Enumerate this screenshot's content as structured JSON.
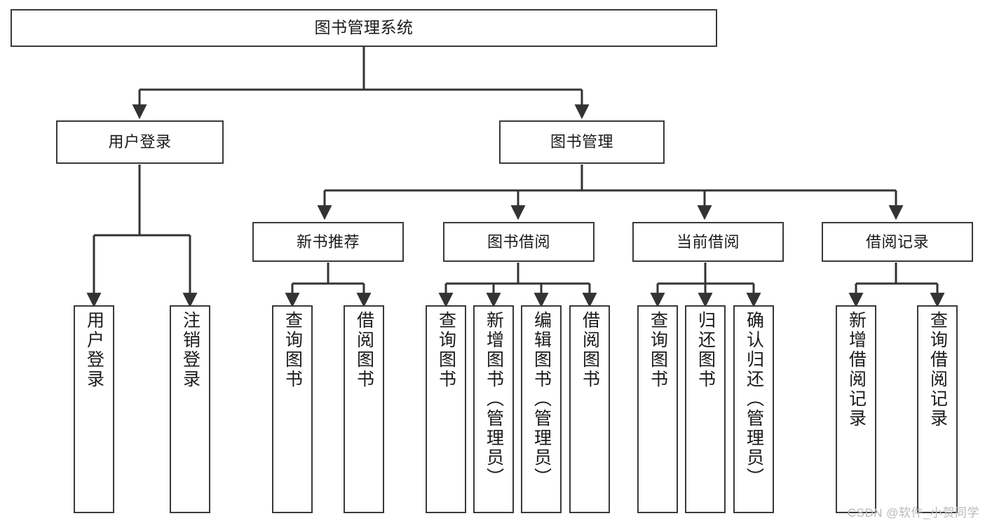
{
  "diagram": {
    "title": "图书管理系统",
    "watermark": "CSDN @软件_小贺同学",
    "colors": {
      "background": "#ffffff",
      "border": "#3a3a3a",
      "line": "#333333",
      "text": "#1a1a1a",
      "watermark": "#b9b9b9"
    },
    "nodes": {
      "root": {
        "label": "图书管理系统"
      },
      "level2": [
        {
          "id": "user-login",
          "label": "用户登录"
        },
        {
          "id": "book-management",
          "label": "图书管理"
        }
      ],
      "level3": [
        {
          "id": "new-book-recommend",
          "label": "新书推荐"
        },
        {
          "id": "book-borrow",
          "label": "图书借阅"
        },
        {
          "id": "current-borrow",
          "label": "当前借阅"
        },
        {
          "id": "borrow-record",
          "label": "借阅记录"
        }
      ],
      "leaves": {
        "user-login": [
          {
            "id": "leaf-user-login",
            "label": "用户登录"
          },
          {
            "id": "leaf-logout-login",
            "label": "注销登录"
          }
        ],
        "new-book-recommend": [
          {
            "id": "leaf-query-book-1",
            "label": "查询图书"
          },
          {
            "id": "leaf-borrow-book-1",
            "label": "借阅图书"
          }
        ],
        "book-borrow": [
          {
            "id": "leaf-query-book-2",
            "label": "查询图书"
          },
          {
            "id": "leaf-add-book-admin",
            "label": "新增图书（管理员）"
          },
          {
            "id": "leaf-edit-book-admin",
            "label": "编辑图书（管理员）"
          },
          {
            "id": "leaf-borrow-book-2",
            "label": "借阅图书"
          }
        ],
        "current-borrow": [
          {
            "id": "leaf-query-book-3",
            "label": "查询图书"
          },
          {
            "id": "leaf-return-book",
            "label": "归还图书"
          },
          {
            "id": "leaf-confirm-return-admin",
            "label": "确认归还（管理员）"
          }
        ],
        "borrow-record": [
          {
            "id": "leaf-add-borrow-record",
            "label": "新增借阅记录"
          },
          {
            "id": "leaf-query-borrow-record",
            "label": "查询借阅记录"
          }
        ]
      }
    }
  }
}
